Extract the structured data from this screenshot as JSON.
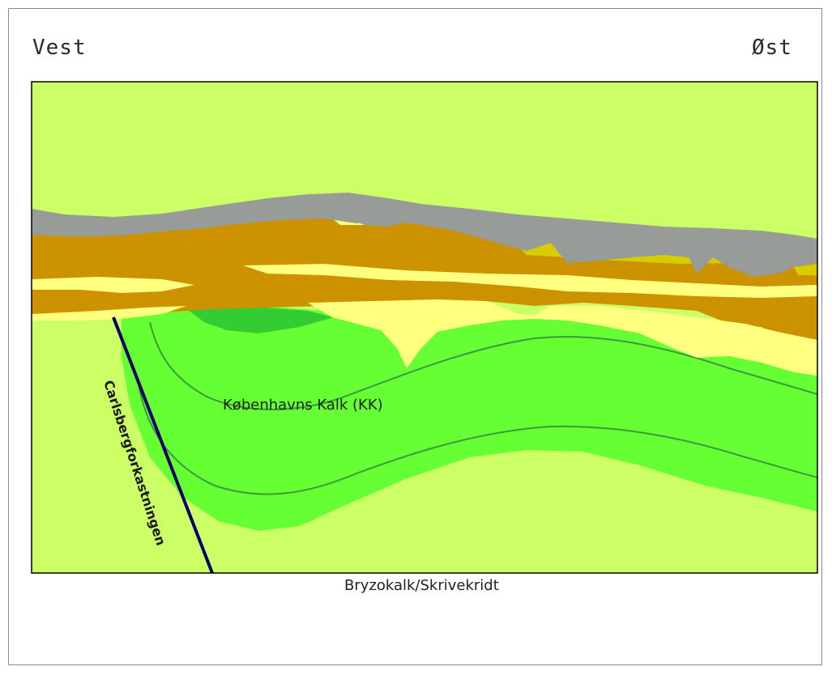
{
  "labels": {
    "west": "Vest",
    "east": "Øst",
    "fault": "Carlsbergforkastningen",
    "kk": "Københavns Kalk (KK)",
    "bryozo": "Bryzokalk/Skrivekridt"
  },
  "colors": {
    "frame_border": "#000000",
    "fill_grey": "#979c99",
    "fill_brown": "#cc9200",
    "fill_pale_yellow": "#ffff80",
    "fill_olive_yellow": "#d6cc00",
    "fill_bright_green": "#66ff33",
    "fill_dark_green": "#33cc33",
    "fill_light_green": "#ccff66",
    "contour_line": "#3c9a3c",
    "fault_line": "#000066"
  }
}
